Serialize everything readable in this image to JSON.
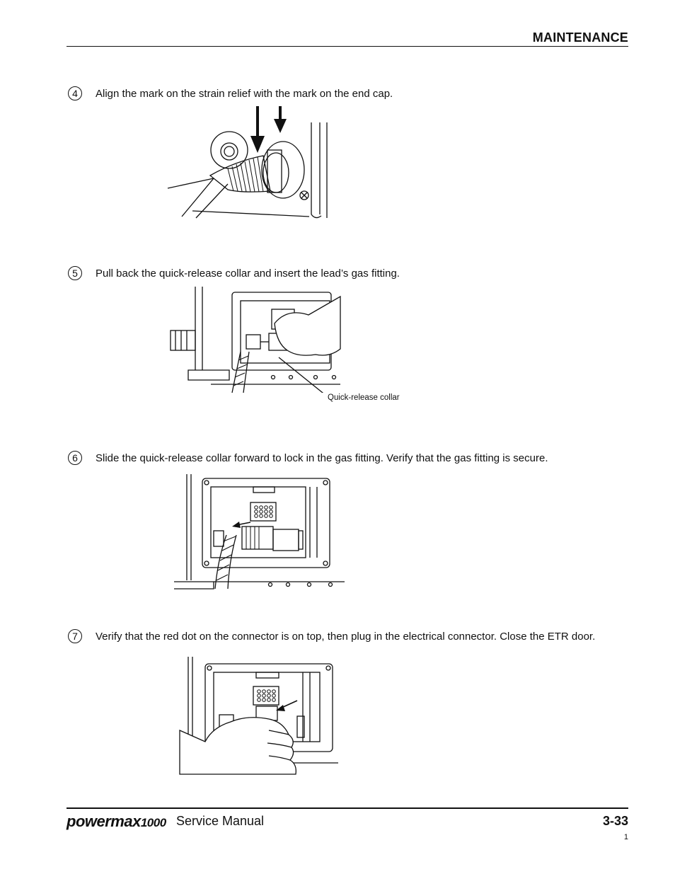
{
  "header": {
    "section": "MAINTENANCE"
  },
  "steps": [
    {
      "num": "4",
      "text": "Align the mark on the strain relief with the mark on the end cap."
    },
    {
      "num": "5",
      "text": "Pull back the quick-release collar and insert the lead’s gas fitting.",
      "callout": "Quick-release collar"
    },
    {
      "num": "6",
      "text": "Slide the quick-release collar forward to lock in the gas fitting. Verify that the gas fitting is secure."
    },
    {
      "num": "7",
      "text": "Verify that the red dot on the connector is on top, then plug in the electrical connector. Close the ETR door."
    }
  ],
  "footer": {
    "brand": "powermax",
    "brand_model": "1000",
    "manual": "Service Manual",
    "page": "3-33",
    "sub": "1"
  }
}
